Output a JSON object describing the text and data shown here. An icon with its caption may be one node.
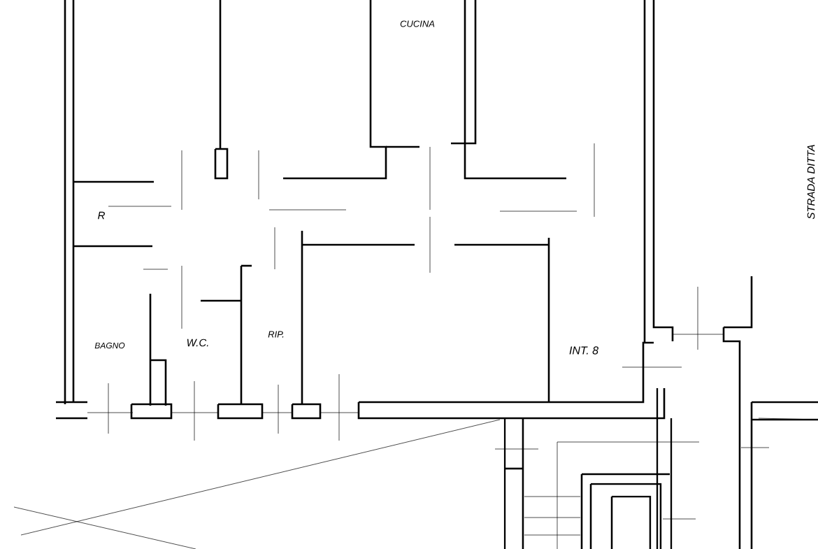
{
  "diagram": {
    "labels": [
      "CUCINA",
      "R",
      "BAGNO",
      "W.C.",
      "RIP.",
      "INT. 8",
      "STRADA DITTA"
    ]
  }
}
